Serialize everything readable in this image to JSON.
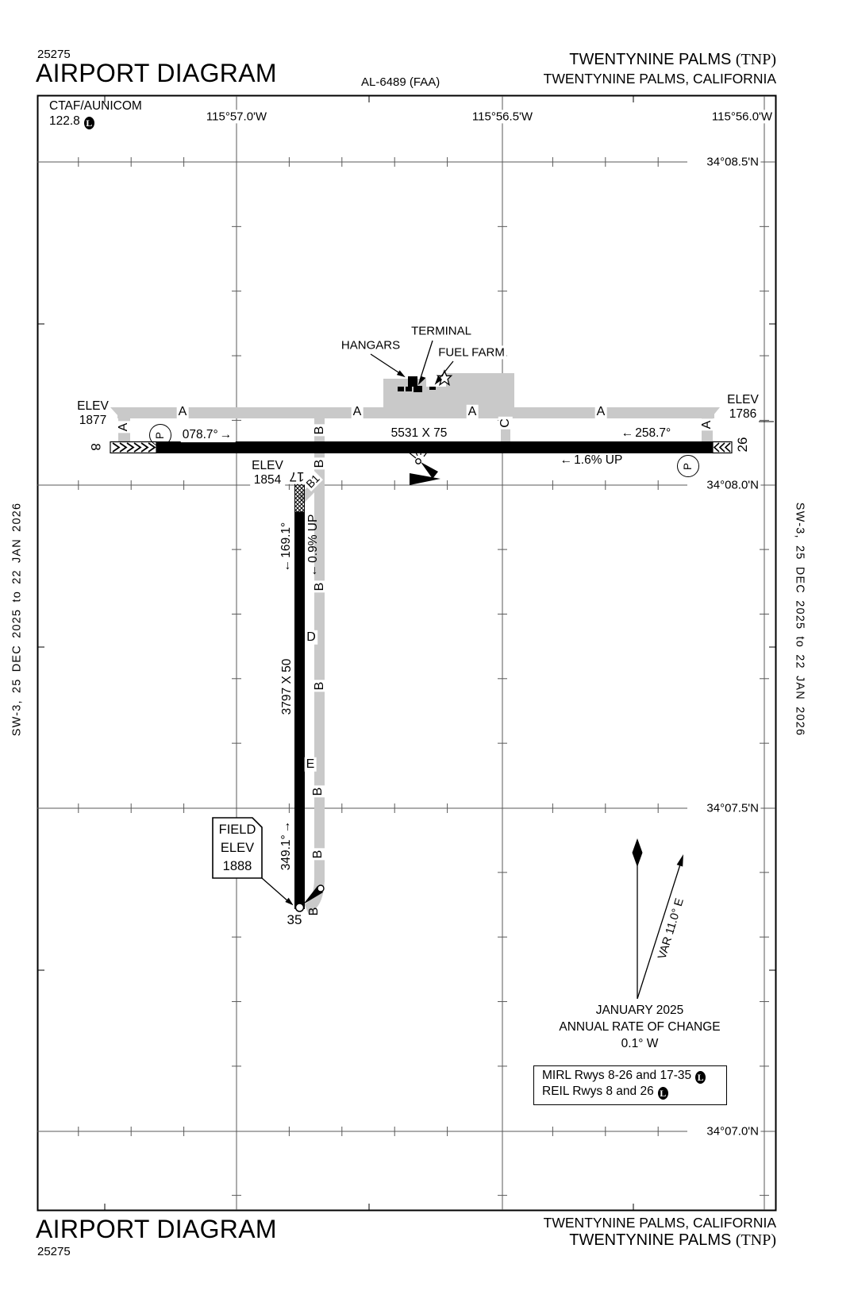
{
  "header": {
    "chart_number": "25275",
    "title": "AIRPORT DIAGRAM",
    "procedure_id": "AL-6489 (FAA)",
    "airport_name": "TWENTYNINE PALMS ",
    "airport_icao": "(TNP)",
    "airport_location": "TWENTYNINE PALMS, CALIFORNIA"
  },
  "footer": {
    "title": "AIRPORT DIAGRAM",
    "chart_number": "25275",
    "airport_location": "TWENTYNINE PALMS, CALIFORNIA",
    "airport_name": "TWENTYNINE PALMS ",
    "airport_icao": "(TNP)"
  },
  "margin_note": "SW-3,  25 DEC 2025  to  22 JAN 2026",
  "comm": {
    "label": "CTAF/AUNICOM",
    "frequency": "122.8",
    "code": "L"
  },
  "graticule": {
    "longitudes": [
      "115°57.0'W",
      "115°56.5'W",
      "115°56.0'W"
    ],
    "latitudes": [
      "34°08.5'N",
      "34°08.0'N",
      "34°07.5'N",
      "34°07.0'N"
    ]
  },
  "runway_8_26": {
    "number_8": "8",
    "number_26": "26",
    "elev_label": "ELEV",
    "elev_8": "1877",
    "elev_26": "1786",
    "heading_8": "078.7°",
    "heading_26": "258.7°",
    "dimensions": "5531 X 75",
    "gradient": "1.6% UP"
  },
  "runway_17_35": {
    "number_17": "17",
    "number_35": "35",
    "elev_label": "ELEV",
    "elev_17": "1854",
    "heading_17": "169.1°",
    "heading_35": "349.1°",
    "dimensions": "3797 X 50",
    "gradient": "0.9% UP"
  },
  "field_elevation": {
    "label1": "FIELD",
    "label2": "ELEV",
    "value": "1888"
  },
  "taxiways": {
    "a": "A",
    "b": "B",
    "b1": "B1",
    "c": "C",
    "d": "D",
    "e": "E",
    "parking": "P"
  },
  "facilities": {
    "hangars": "HANGARS",
    "terminal": "TERMINAL",
    "fuel_farm": "FUEL FARM"
  },
  "magnetic_variation": {
    "var": "VAR 11.0° E",
    "date": "JANUARY 2025",
    "rate_label": "ANNUAL RATE OF CHANGE",
    "rate_value": "0.1° W"
  },
  "lighting": {
    "line1": "MIRL Rwys 8-26 and 17-35",
    "line1_code": "L",
    "line2": "REIL Rwys 8 and 26",
    "line2_code": "L"
  },
  "icons": {
    "arrow_left": "←",
    "arrow_right": "→"
  }
}
